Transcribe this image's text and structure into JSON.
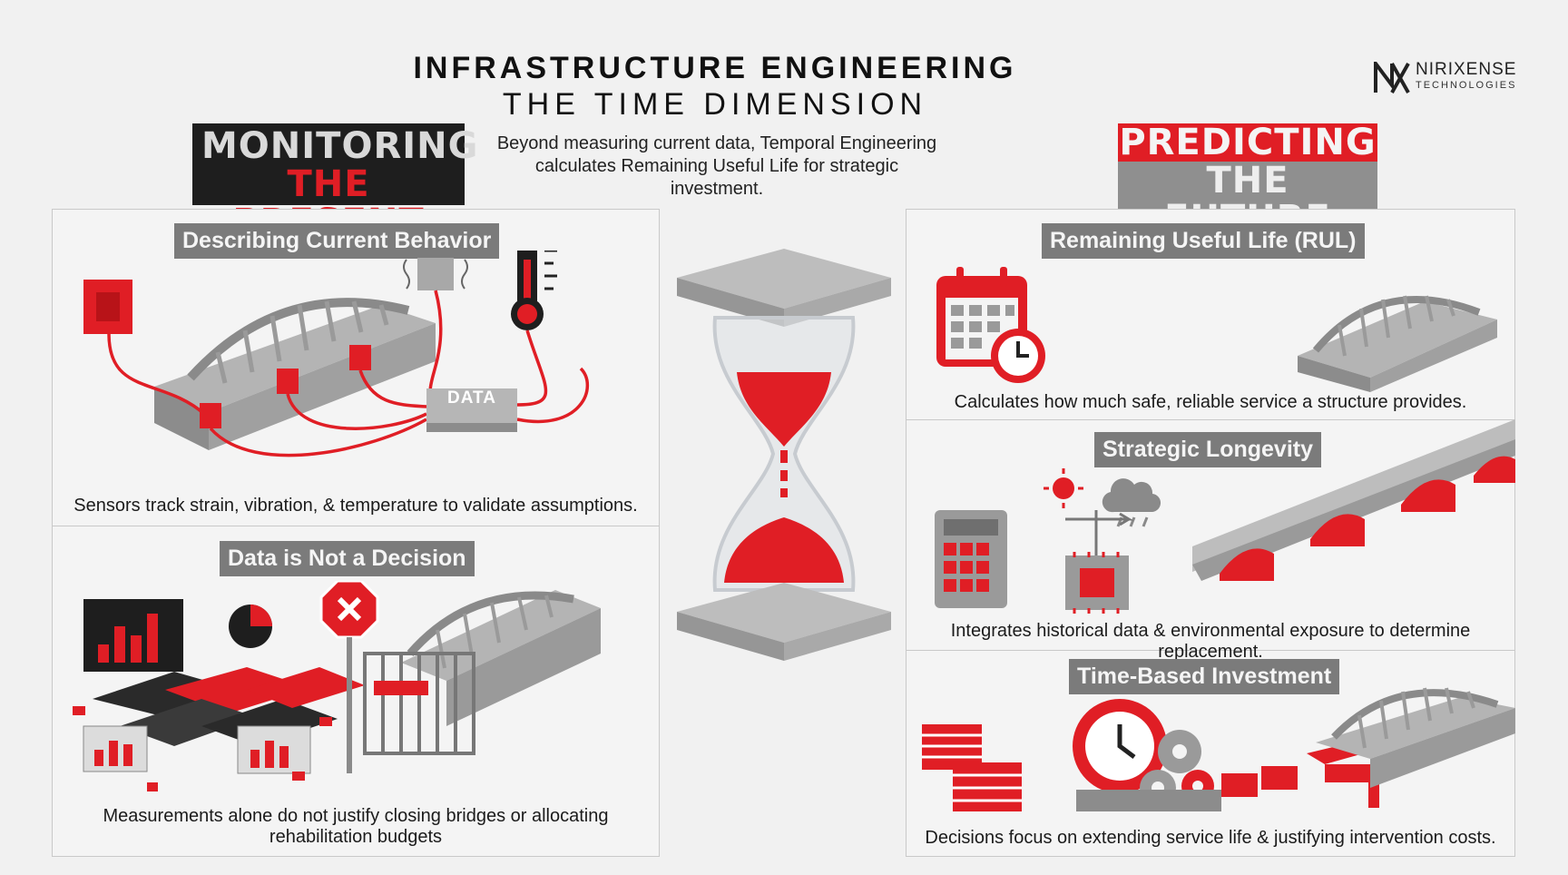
{
  "header": {
    "title": "INFRASTRUCTURE ENGINEERING",
    "subtitle": "THE TIME DIMENSION",
    "intro_line1": "Beyond measuring current data, Temporal Engineering",
    "intro_line2": "calculates Remaining Useful Life for strategic investment."
  },
  "brand": {
    "name": "NIRIXENSE",
    "tagline": "TECHNOLOGIES"
  },
  "left": {
    "heading_line1": "MONITORING",
    "heading_line2": "THE PRESENT",
    "sections": [
      {
        "title": "Describing Current Behavior",
        "caption": "Sensors track strain, vibration, & temperature to validate assumptions.",
        "data_label": "DATA"
      },
      {
        "title": "Data is Not a Decision",
        "caption_line1": "Measurements alone do not justify closing bridges or allocating",
        "caption_line2": "rehabilitation budgets"
      }
    ]
  },
  "right": {
    "heading_line1": "PREDICTING",
    "heading_line2": "THE FUTURE",
    "sections": [
      {
        "title": "Remaining Useful Life (RUL)",
        "caption": "Calculates how much safe, reliable service a structure provides."
      },
      {
        "title": "Strategic Longevity",
        "caption": "Integrates historical data & environmental exposure to determine replacement."
      },
      {
        "title": "Time-Based Investment",
        "caption": "Decisions focus on extending service life & justifying intervention costs."
      }
    ]
  },
  "colors": {
    "accent_red": "#e01e25",
    "brick_gray": "#9a9a9a",
    "dark": "#1e1e1e",
    "chip_gray": "#7b7b7b"
  }
}
